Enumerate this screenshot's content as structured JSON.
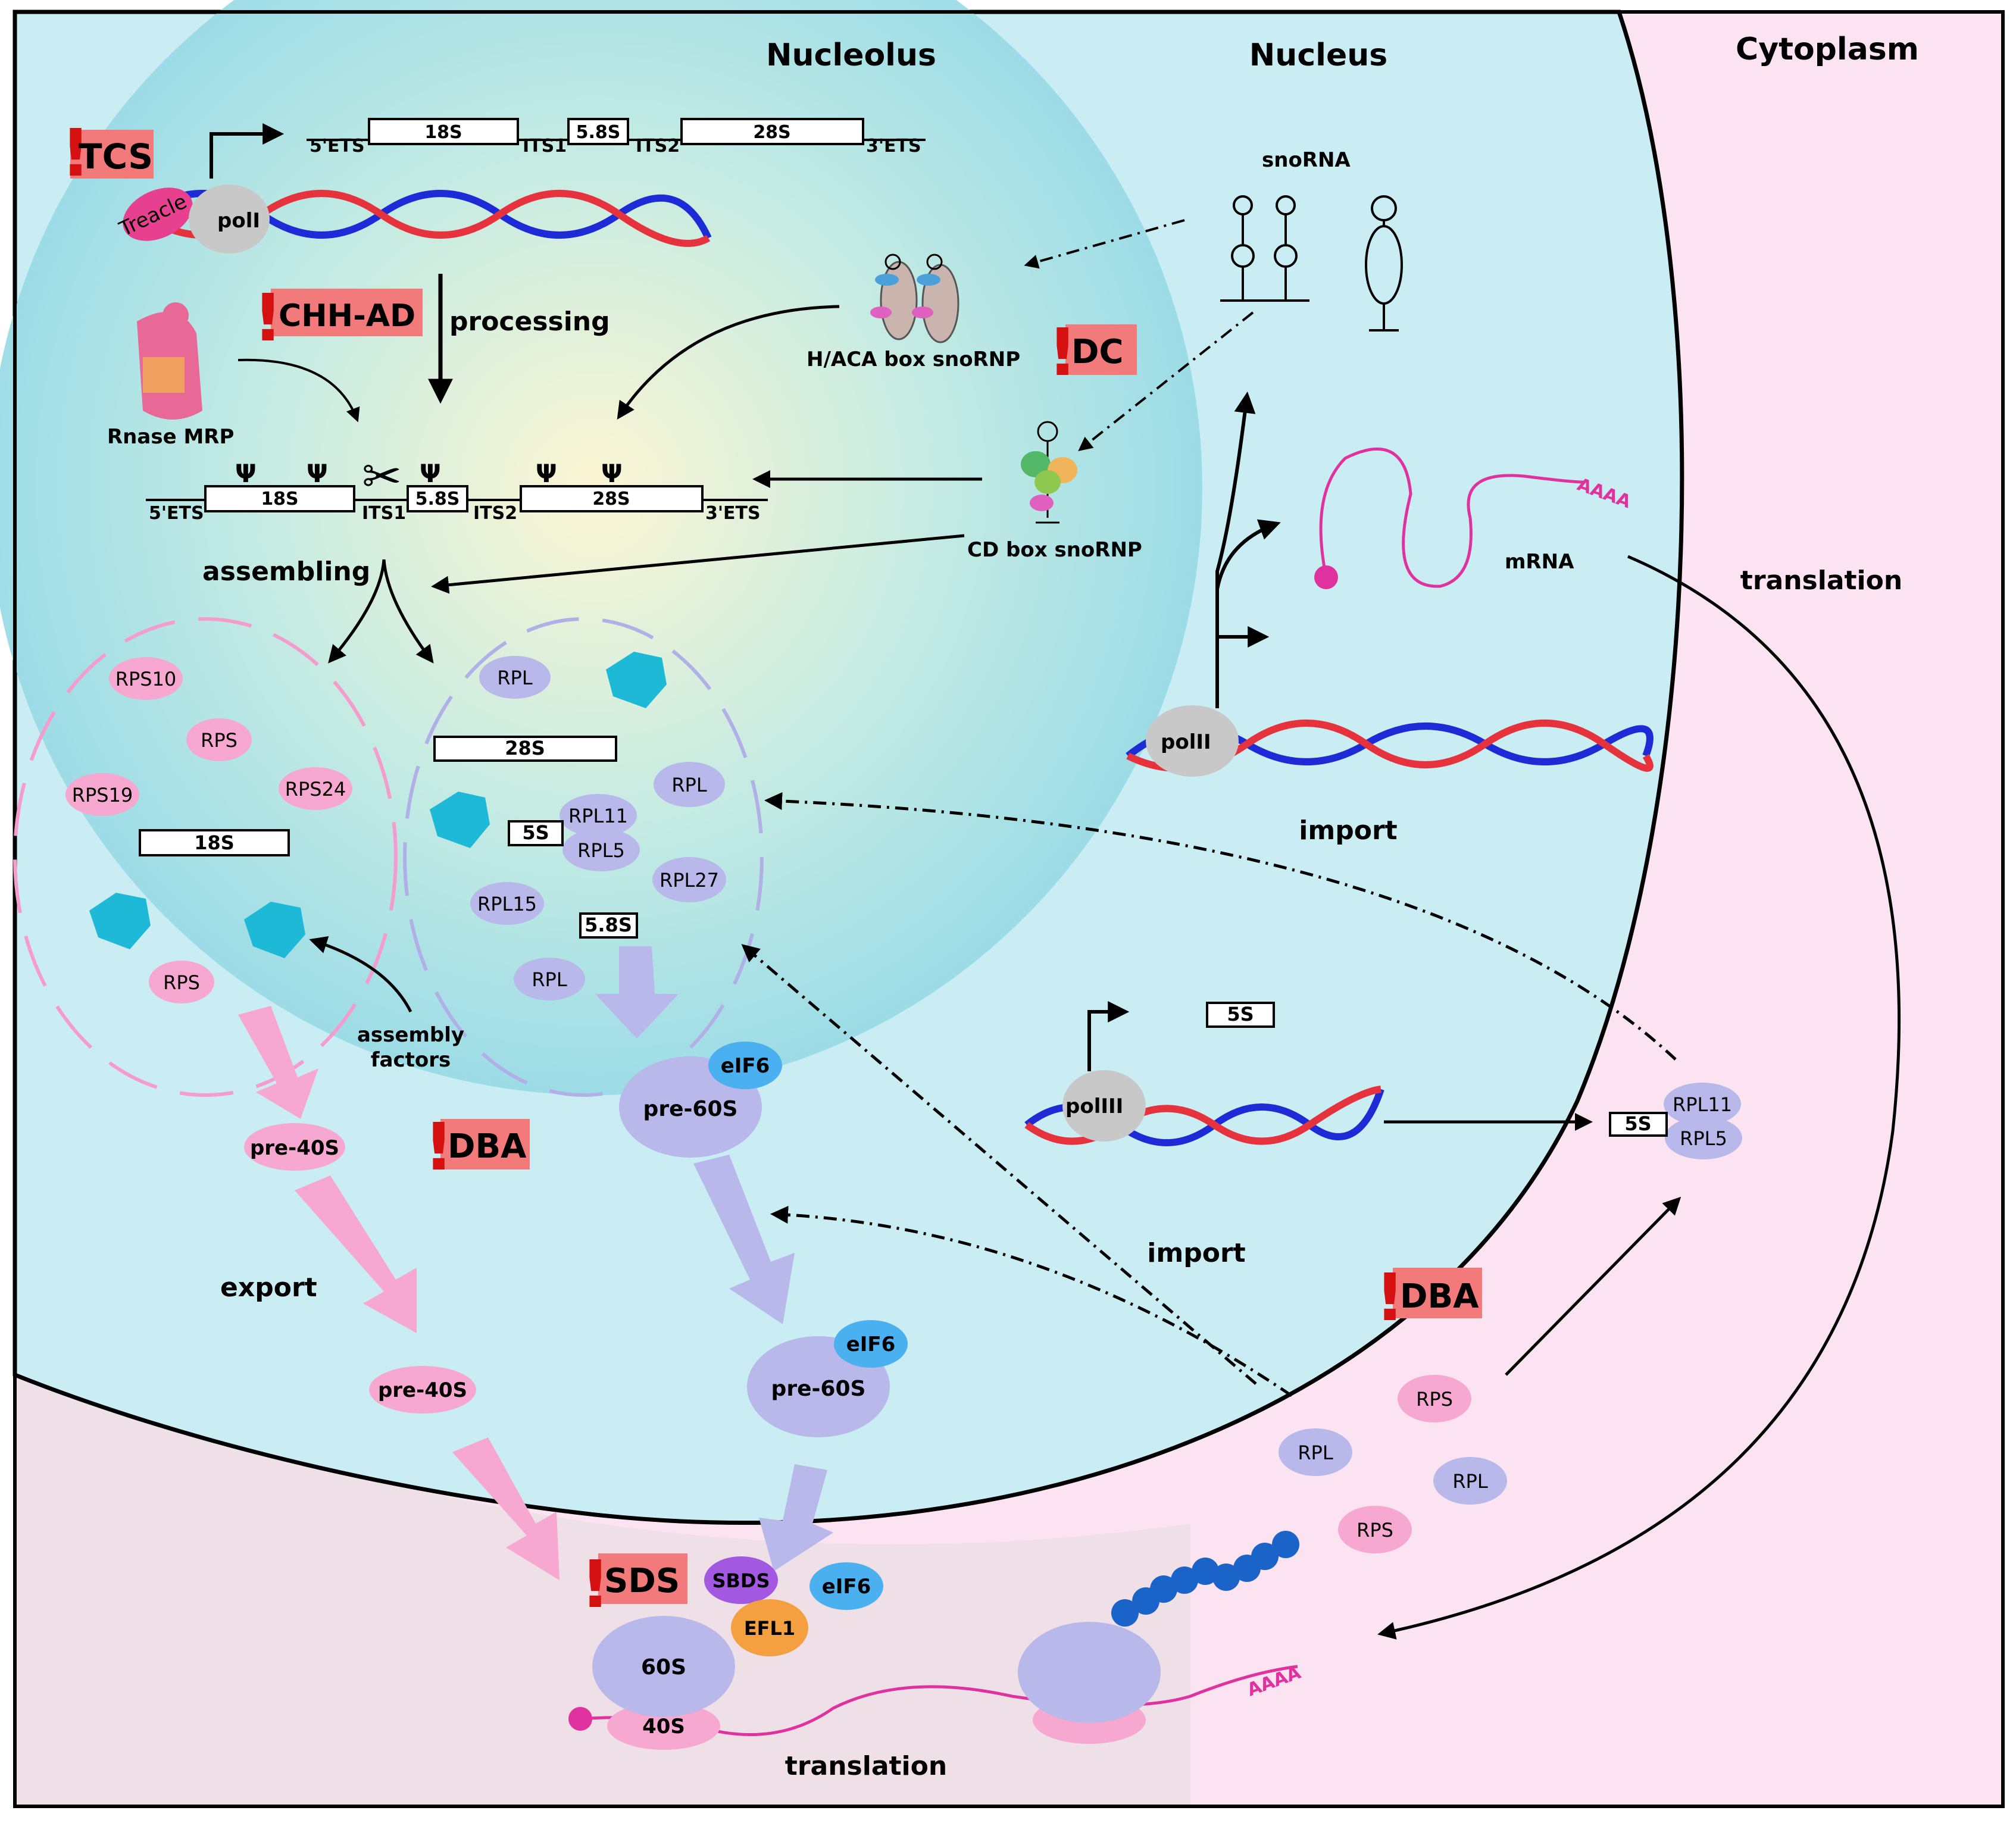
{
  "regions": {
    "nucleolus": "Nucleolus",
    "nucleus": "Nucleus",
    "cytoplasm": "Cytoplasm"
  },
  "disease_tags": {
    "tcs": "TCS",
    "chh_ad": "CHH-AD",
    "dc": "DC",
    "dba_nucleolus": "DBA",
    "dba_cytoplasm": "DBA",
    "sds": "SDS"
  },
  "rdna_transcript": {
    "five_ets": "5'ETS",
    "its1": "ITS1",
    "its2": "ITS2",
    "three_ets": "3'ETS",
    "s18": "18S",
    "s58": "5.8S",
    "s28": "28S"
  },
  "processed_transcript": {
    "five_ets": "5'ETS",
    "its1": "ITS1",
    "its2": "ITS2",
    "three_ets": "3'ETS",
    "s18": "18S",
    "s58": "5.8S",
    "s28": "28S",
    "psi": "Ψ"
  },
  "polymerases": {
    "pol1": "polI",
    "pol2": "polII",
    "pol3": "polIII",
    "treacle": "Treacle"
  },
  "process_labels": {
    "processing": "processing",
    "assembling": "assembling",
    "assembly_factors_1": "assembly",
    "assembly_factors_2": "factors",
    "export": "export",
    "import_upper": "import",
    "import_lower": "import",
    "translation_upper": "translation",
    "translation_lower": "translation"
  },
  "complexes": {
    "rnase_mrp": "Rnase MRP",
    "snorna": "snoRNA",
    "haca": "H/ACA box snoRNP",
    "cdbox": "CD box snoRNP",
    "mrna": "mRNA",
    "polya": "AAAA",
    "five_s": "5S"
  },
  "small_subunit_proteins": {
    "rps10": "RPS10",
    "rps_a": "RPS",
    "rps19": "RPS19",
    "rps24": "RPS24",
    "rps_b": "RPS",
    "rrna": "18S"
  },
  "large_subunit_proteins": {
    "rpl_a": "RPL",
    "rpl_b": "RPL",
    "rpl11": "RPL11",
    "rpl5": "RPL5",
    "rpl27": "RPL27",
    "rpl15": "RPL15",
    "rpl_c": "RPL",
    "r28s": "28S",
    "r5s": "5S",
    "r58s": "5.8S"
  },
  "maturation": {
    "pre40s_a": "pre-40S",
    "pre40s_b": "pre-40S",
    "pre60s_a": "pre-60S",
    "pre60s_b": "pre-60S",
    "eif6_a": "eIF6",
    "eif6_b": "eIF6",
    "eif6_c": "eIF6",
    "sbds": "SBDS",
    "efl1": "EFL1",
    "s60": "60S",
    "s40": "40S"
  },
  "cytoplasm_proteins": {
    "rpl11": "RPL11",
    "rpl5": "RPL5",
    "five_s": "5S",
    "rps_a": "RPS",
    "rpl_a": "RPL",
    "rpl_b": "RPL",
    "rps_b": "RPS"
  },
  "colors": {
    "cytoplasm": "#fbe3f1",
    "nucleus": "#c9edf3",
    "nucleolus": "#9adbe6",
    "small_subunit": "#f7a8d0",
    "large_subunit": "#b8b8ea",
    "disease_box": "#f27a7a",
    "dna_red": "#e6323c",
    "dna_blue": "#1c2bd6",
    "mrna": "#e0329f",
    "factor_cyan": "#1eb9d6",
    "eif6": "#4ab0f0",
    "sbds": "#a258e0",
    "efl1": "#f5a040",
    "peptide": "#1a63c8"
  }
}
